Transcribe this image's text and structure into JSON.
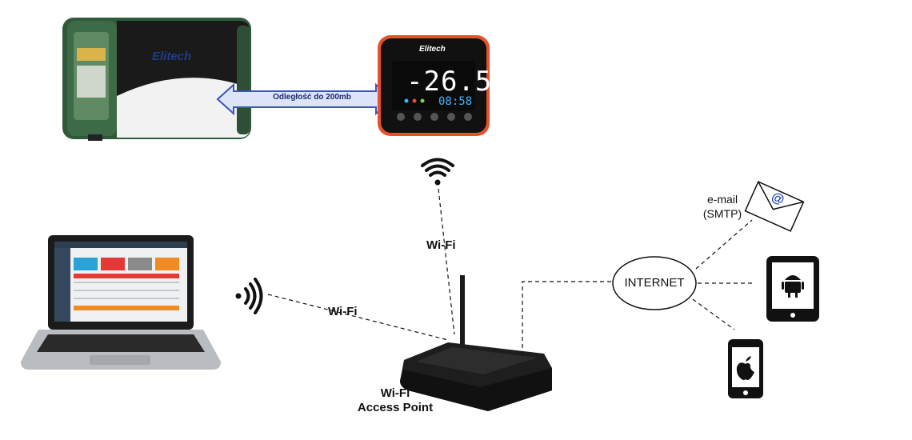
{
  "cabinet": {
    "brand": "Elitech"
  },
  "arrow": {
    "label": "Odległość do 200mb"
  },
  "controller": {
    "brand": "Elitech",
    "temperature": "-26.5",
    "time": "08:58"
  },
  "labels": {
    "wifi_top": "Wi-Fi",
    "wifi_left": "Wi-Fi",
    "access_point_line1": "Wi-Fi",
    "access_point_line2": "Access Point",
    "internet": "INTERNET",
    "email_line1": "e-mail",
    "email_line2": "(SMTP)"
  },
  "colors": {
    "arrow_fill": "#dce4f7",
    "arrow_stroke": "#3b55b8",
    "controller_accent": "#e8502a",
    "time_color": "#3fb3ff"
  },
  "icons": [
    "wifi-signal-icon",
    "envelope-at-icon",
    "android-tablet-icon",
    "apple-phone-icon"
  ]
}
